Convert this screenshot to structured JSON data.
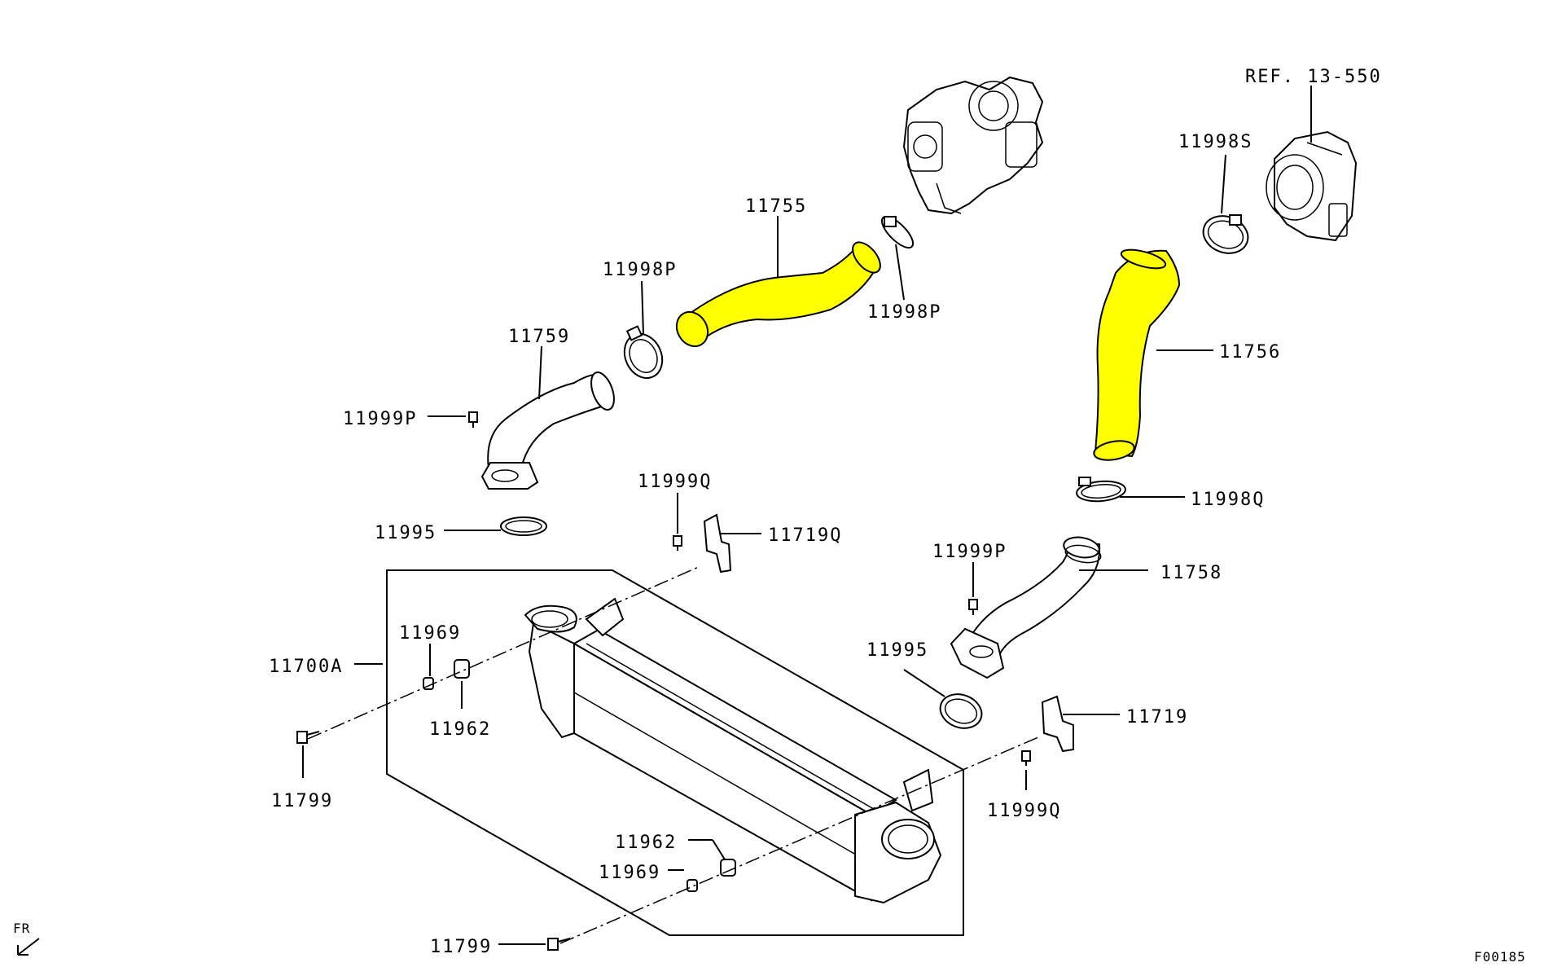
{
  "labels": {
    "ref": "REF. 13-550",
    "p11755": "11755",
    "p11998p_top": "11998P",
    "p11998p_right": "11998P",
    "p11998s": "11998S",
    "p11759": "11759",
    "p11756": "11756",
    "p11999p_left": "11999P",
    "p11999q_top": "11999Q",
    "p11998q": "11998Q",
    "p11719q": "11719Q",
    "p11995_left": "11995",
    "p11999p_right": "11999P",
    "p11758": "11758",
    "p11969_top": "11969",
    "p11700a": "11700A",
    "p11995_right": "11995",
    "p11962_top": "11962",
    "p11719": "11719",
    "p11799_left": "11799",
    "p11999q_bottom": "11999Q",
    "p11962_bottom": "11962",
    "p11969_bottom": "11969",
    "p11799_bottom": "11799",
    "fr": "FR",
    "figure_code": "F00185"
  },
  "colors": {
    "highlight": "#ffff00",
    "line": "#000000",
    "background": "#ffffff"
  },
  "icons": {
    "front_arrow": "front-direction-arrow-icon"
  }
}
